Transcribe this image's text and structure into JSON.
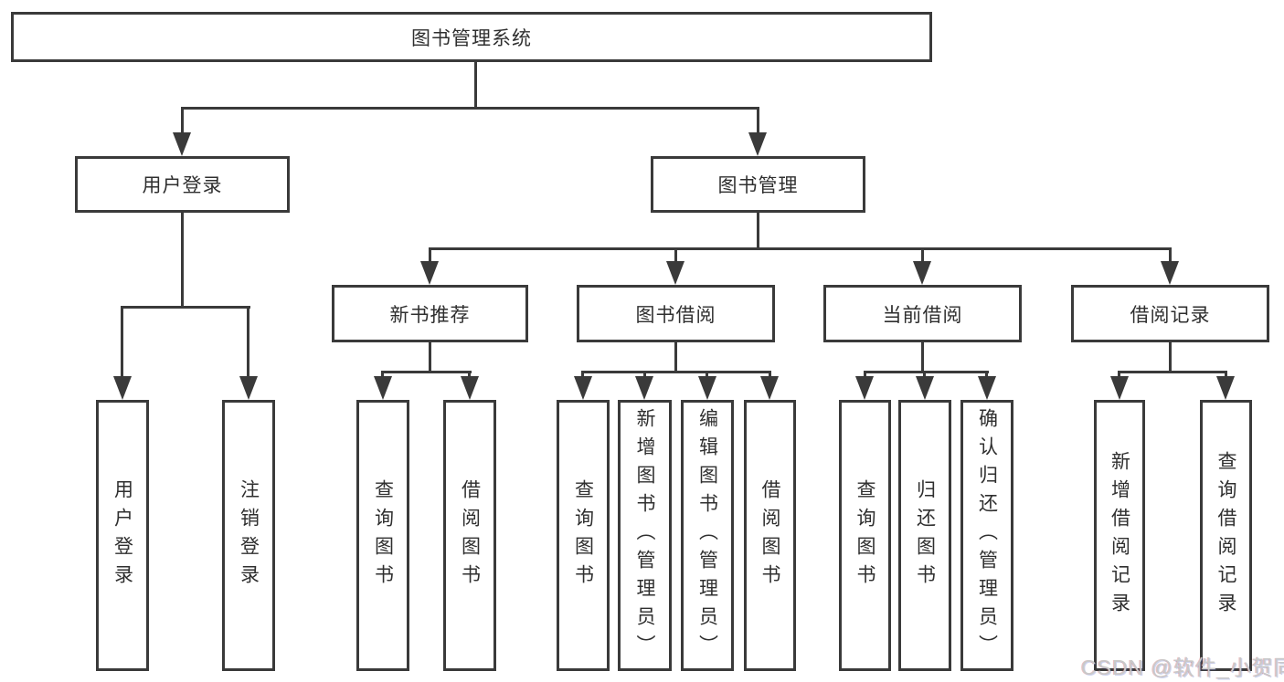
{
  "diagram": {
    "title": "图书管理系统",
    "root": {
      "label": "图书管理系统"
    },
    "branches": [
      {
        "label": "用户登录"
      },
      {
        "label": "图书管理"
      }
    ],
    "modules": [
      {
        "label": "新书推荐"
      },
      {
        "label": "图书借阅"
      },
      {
        "label": "当前借阅"
      },
      {
        "label": "借阅记录"
      }
    ],
    "functions": {
      "user_login": [
        "用户登录",
        "注销登录"
      ],
      "new_book_recommend": [
        "查询图书",
        "借阅图书"
      ],
      "book_borrow": [
        "查询图书",
        "新增图书（管理员）",
        "编辑图书（管理员）",
        "借阅图书"
      ],
      "current_borrow": [
        "查询图书",
        "归还图书",
        "确认归还（管理员）"
      ],
      "borrow_records": [
        "新增借阅记录",
        "查询借阅记录"
      ]
    }
  },
  "watermark": {
    "text": "CSDN @软件_小贺同学"
  },
  "colors": {
    "line": "#3a3a3a",
    "text": "#2f2f2f",
    "background": "#ffffff",
    "watermark": "#c9c9c9"
  }
}
